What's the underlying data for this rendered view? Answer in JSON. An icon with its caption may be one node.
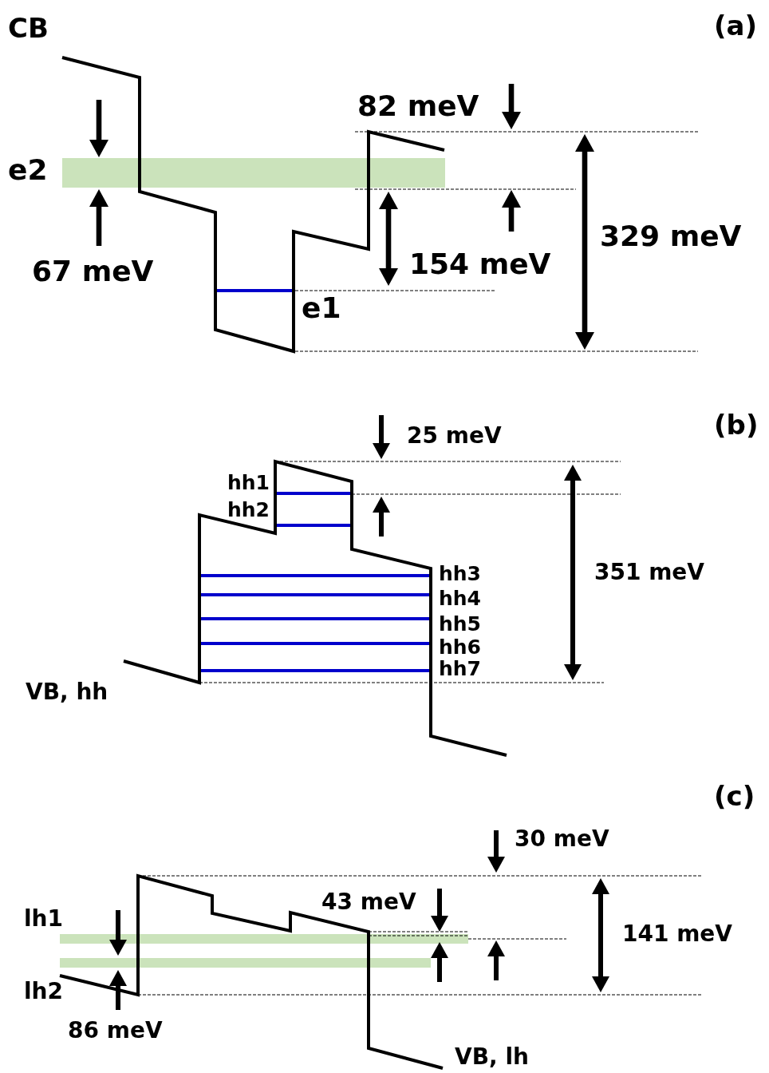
{
  "diagram": {
    "labels": [
      "CB",
      "(a)",
      "82 meV",
      "e2",
      "329 meV",
      "154 meV",
      "67 meV",
      "e1",
      "25 meV",
      "(b)",
      "hh1",
      "hh2",
      "351 meV",
      "hh3",
      "hh4",
      "hh5",
      "hh6",
      "hh7",
      "VB, hh",
      "(c)",
      "30 meV",
      "lh1",
      "43 meV",
      "141 meV",
      "lh2",
      "86 meV",
      "VB, lh"
    ]
  }
}
